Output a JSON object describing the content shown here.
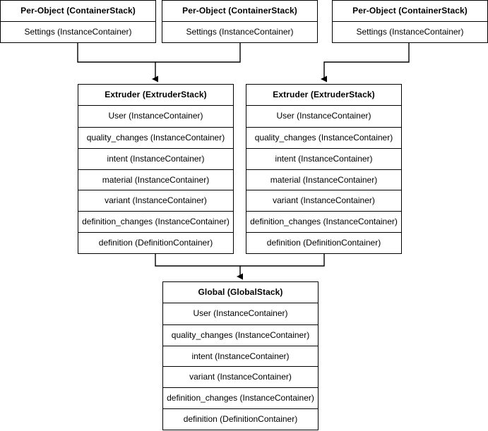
{
  "diagram": {
    "type": "flowchart",
    "background_color": "#ffffff",
    "line_color": "#000000",
    "nodes": [
      {
        "id": "per-object-1",
        "header": "Per-Object (ContainerStack)",
        "rows": [
          "Settings (InstanceContainer)"
        ]
      },
      {
        "id": "per-object-2",
        "header": "Per-Object (ContainerStack)",
        "rows": [
          "Settings (InstanceContainer)"
        ]
      },
      {
        "id": "per-object-3",
        "header": "Per-Object (ContainerStack)",
        "rows": [
          "Settings (InstanceContainer)"
        ]
      },
      {
        "id": "extruder-1",
        "header": "Extruder (ExtruderStack)",
        "rows": [
          "User (InstanceContainer)",
          "quality_changes (InstanceContainer)",
          "intent (InstanceContainer)",
          "material (InstanceContainer)",
          "variant (InstanceContainer)",
          "definition_changes (InstanceContainer)",
          "definition (DefinitionContainer)"
        ]
      },
      {
        "id": "extruder-2",
        "header": "Extruder (ExtruderStack)",
        "rows": [
          "User (InstanceContainer)",
          "quality_changes (InstanceContainer)",
          "intent (InstanceContainer)",
          "material (InstanceContainer)",
          "variant (InstanceContainer)",
          "definition_changes (InstanceContainer)",
          "definition (DefinitionContainer)"
        ]
      },
      {
        "id": "global",
        "header": "Global (GlobalStack)",
        "rows": [
          "User (InstanceContainer)",
          "quality_changes (InstanceContainer)",
          "intent (InstanceContainer)",
          "variant (InstanceContainer)",
          "definition_changes (InstanceContainer)",
          "definition (DefinitionContainer)"
        ]
      }
    ],
    "edges": [
      {
        "from": "per-object-1",
        "to": "extruder-1"
      },
      {
        "from": "per-object-2",
        "to": "extruder-1"
      },
      {
        "from": "per-object-3",
        "to": "extruder-2"
      },
      {
        "from": "extruder-1",
        "to": "global"
      },
      {
        "from": "extruder-2",
        "to": "global"
      }
    ]
  }
}
